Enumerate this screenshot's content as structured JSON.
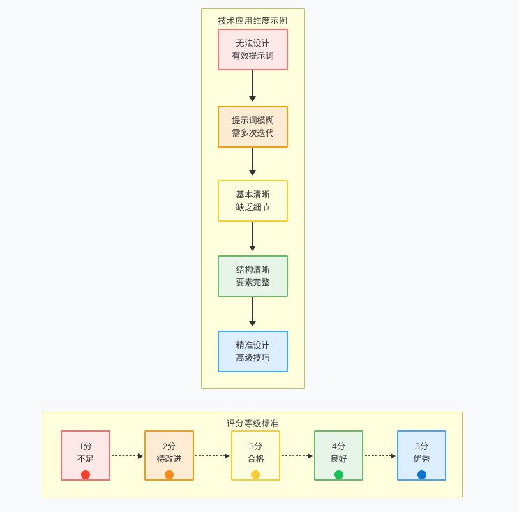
{
  "tech_section": {
    "title": "技术应用维度示例",
    "nodes": [
      {
        "id": "v1",
        "line1": "无法设计",
        "line2": "有效提示词",
        "theme": "red",
        "color": "#f87171",
        "fill": "#fde8e8"
      },
      {
        "id": "v2",
        "line1": "提示词模糊",
        "line2": "需多次迭代",
        "theme": "orange",
        "color": "#f59e0b",
        "fill": "#fdebd3"
      },
      {
        "id": "v3",
        "line1": "基本清晰",
        "line2": "缺乏细节",
        "theme": "yellow",
        "color": "#f5d130",
        "fill": "#fdfde0"
      },
      {
        "id": "v4",
        "line1": "结构清晰",
        "line2": "要素完整",
        "theme": "green",
        "color": "#66bb6a",
        "fill": "#e7f4e8"
      },
      {
        "id": "v5",
        "line1": "精准设计",
        "line2": "高级技巧",
        "theme": "blue",
        "color": "#42a5f5",
        "fill": "#dceeff"
      }
    ]
  },
  "score_section": {
    "title": "评分等级标准",
    "nodes": [
      {
        "id": "s1",
        "score": "1分",
        "label": "不足",
        "theme": "red",
        "dot_color": "#f4432c"
      },
      {
        "id": "s2",
        "score": "2分",
        "label": "待改进",
        "theme": "orange",
        "dot_color": "#fb8c1a"
      },
      {
        "id": "s3",
        "score": "3分",
        "label": "合格",
        "theme": "yellow",
        "dot_color": "#f6ce34"
      },
      {
        "id": "s4",
        "score": "4分",
        "label": "良好",
        "theme": "green",
        "dot_color": "#15c352"
      },
      {
        "id": "s5",
        "score": "5分",
        "label": "优秀",
        "theme": "blue",
        "dot_color": "#0f76cf"
      }
    ]
  },
  "colors": {
    "background": "#f7f9fb",
    "subgraph_fill": "#ffffde",
    "subgraph_border": "#bfbf5b",
    "arrow": "#333333",
    "text": "#333333"
  }
}
